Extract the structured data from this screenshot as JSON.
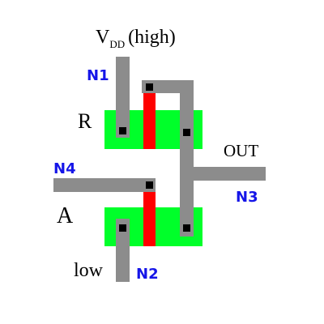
{
  "labels": {
    "vdd_main": "V",
    "vdd_sub": "DD",
    "vdd_suffix": "(high)",
    "r": "R",
    "a": "A",
    "out": "OUT",
    "low": "low"
  },
  "nodes": {
    "n1": "N1",
    "n2": "N2",
    "n3": "N3",
    "n4": "N4"
  },
  "colors": {
    "diffusion": "#00ff2a",
    "polysilicon": "#ff0000",
    "metal": "#8c8c8c",
    "contact": "#000000",
    "node_label": "#1515e8"
  }
}
